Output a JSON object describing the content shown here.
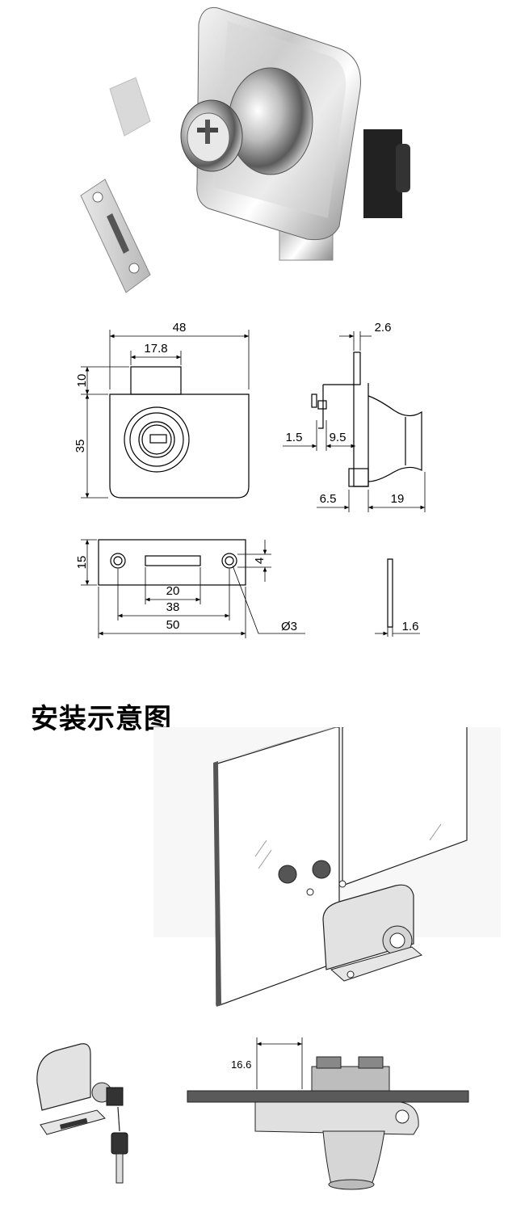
{
  "dimensions": {
    "front_width": "48",
    "bolt_width": "17.8",
    "bolt_height": "10",
    "body_height": "35",
    "side_plate_thickness": "2.6",
    "side_gap": "1.5",
    "side_inner": "9.5",
    "side_offset": "6.5",
    "knob_depth": "19",
    "strike_height": "15",
    "strike_hole_offset": "4",
    "strike_slot_length": "20",
    "strike_hole_spacing": "38",
    "strike_length": "50",
    "hole_diameter": "Ø3",
    "strike_thickness": "1.6",
    "install_offset": "16.6"
  },
  "install_heading": "安装示意图"
}
